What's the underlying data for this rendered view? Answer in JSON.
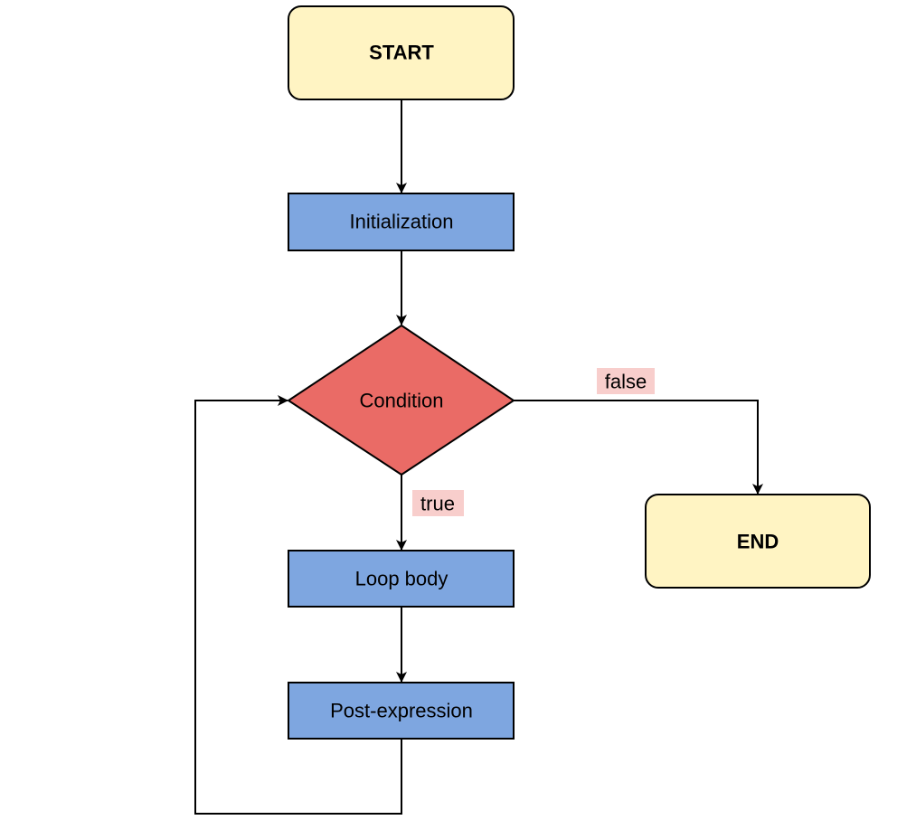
{
  "colors": {
    "terminal_fill": "#fff4c3",
    "process_fill": "#7ea6e0",
    "decision_fill": "#ea6b66",
    "label_bg": "#f8cecc",
    "stroke": "#000000"
  },
  "nodes": {
    "start": {
      "label": "START",
      "shape": "rounded-rectangle"
    },
    "init": {
      "label": "Initialization",
      "shape": "rectangle"
    },
    "condition": {
      "label": "Condition",
      "shape": "diamond"
    },
    "body": {
      "label": "Loop body",
      "shape": "rectangle"
    },
    "post": {
      "label": "Post-expression",
      "shape": "rectangle"
    },
    "end": {
      "label": "END",
      "shape": "rounded-rectangle"
    }
  },
  "edges": {
    "true_label": "true",
    "false_label": "false"
  }
}
